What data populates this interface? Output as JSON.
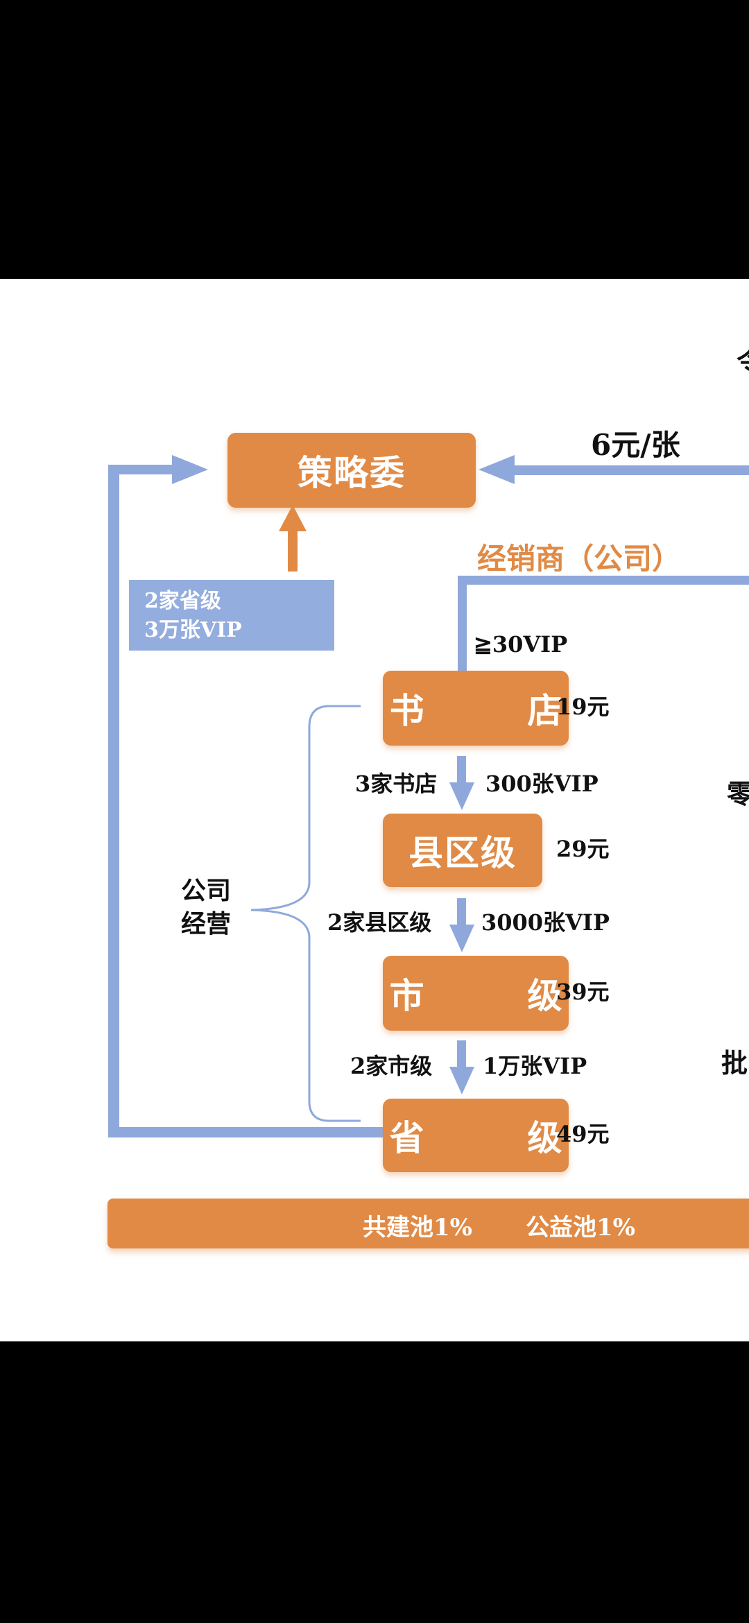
{
  "nodes": {
    "committee": "策略委",
    "bookstore": "书  店",
    "county": "县区级",
    "city": "市  级",
    "province": "省  级"
  },
  "prices": {
    "bookstore": "19元",
    "county": "29元",
    "city": "39元",
    "province": "49元"
  },
  "top_fee": "6元/张",
  "dealer": "经销商（公司）",
  "min_vip": "≧30VIP",
  "conditions": {
    "bookstore_to_county": {
      "left": "3家书店",
      "right": "300张VIP"
    },
    "county_to_city": {
      "left": "2家县区级",
      "right": "3000张VIP"
    },
    "city_to_province": {
      "left": "2家市级",
      "right": "1万张VIP"
    }
  },
  "committee_condition": {
    "line1": "2家省级",
    "line2": "3万张VIP"
  },
  "company_operation": "公司经营",
  "pools": {
    "build": "共建池1%",
    "charity": "公益池1%"
  },
  "edge_fragments": {
    "top": "令",
    "retail": "零",
    "wholesale": "批"
  },
  "colors": {
    "orange": "#e08a45",
    "blue": "#8fa8dc",
    "background": "#ffffff"
  }
}
